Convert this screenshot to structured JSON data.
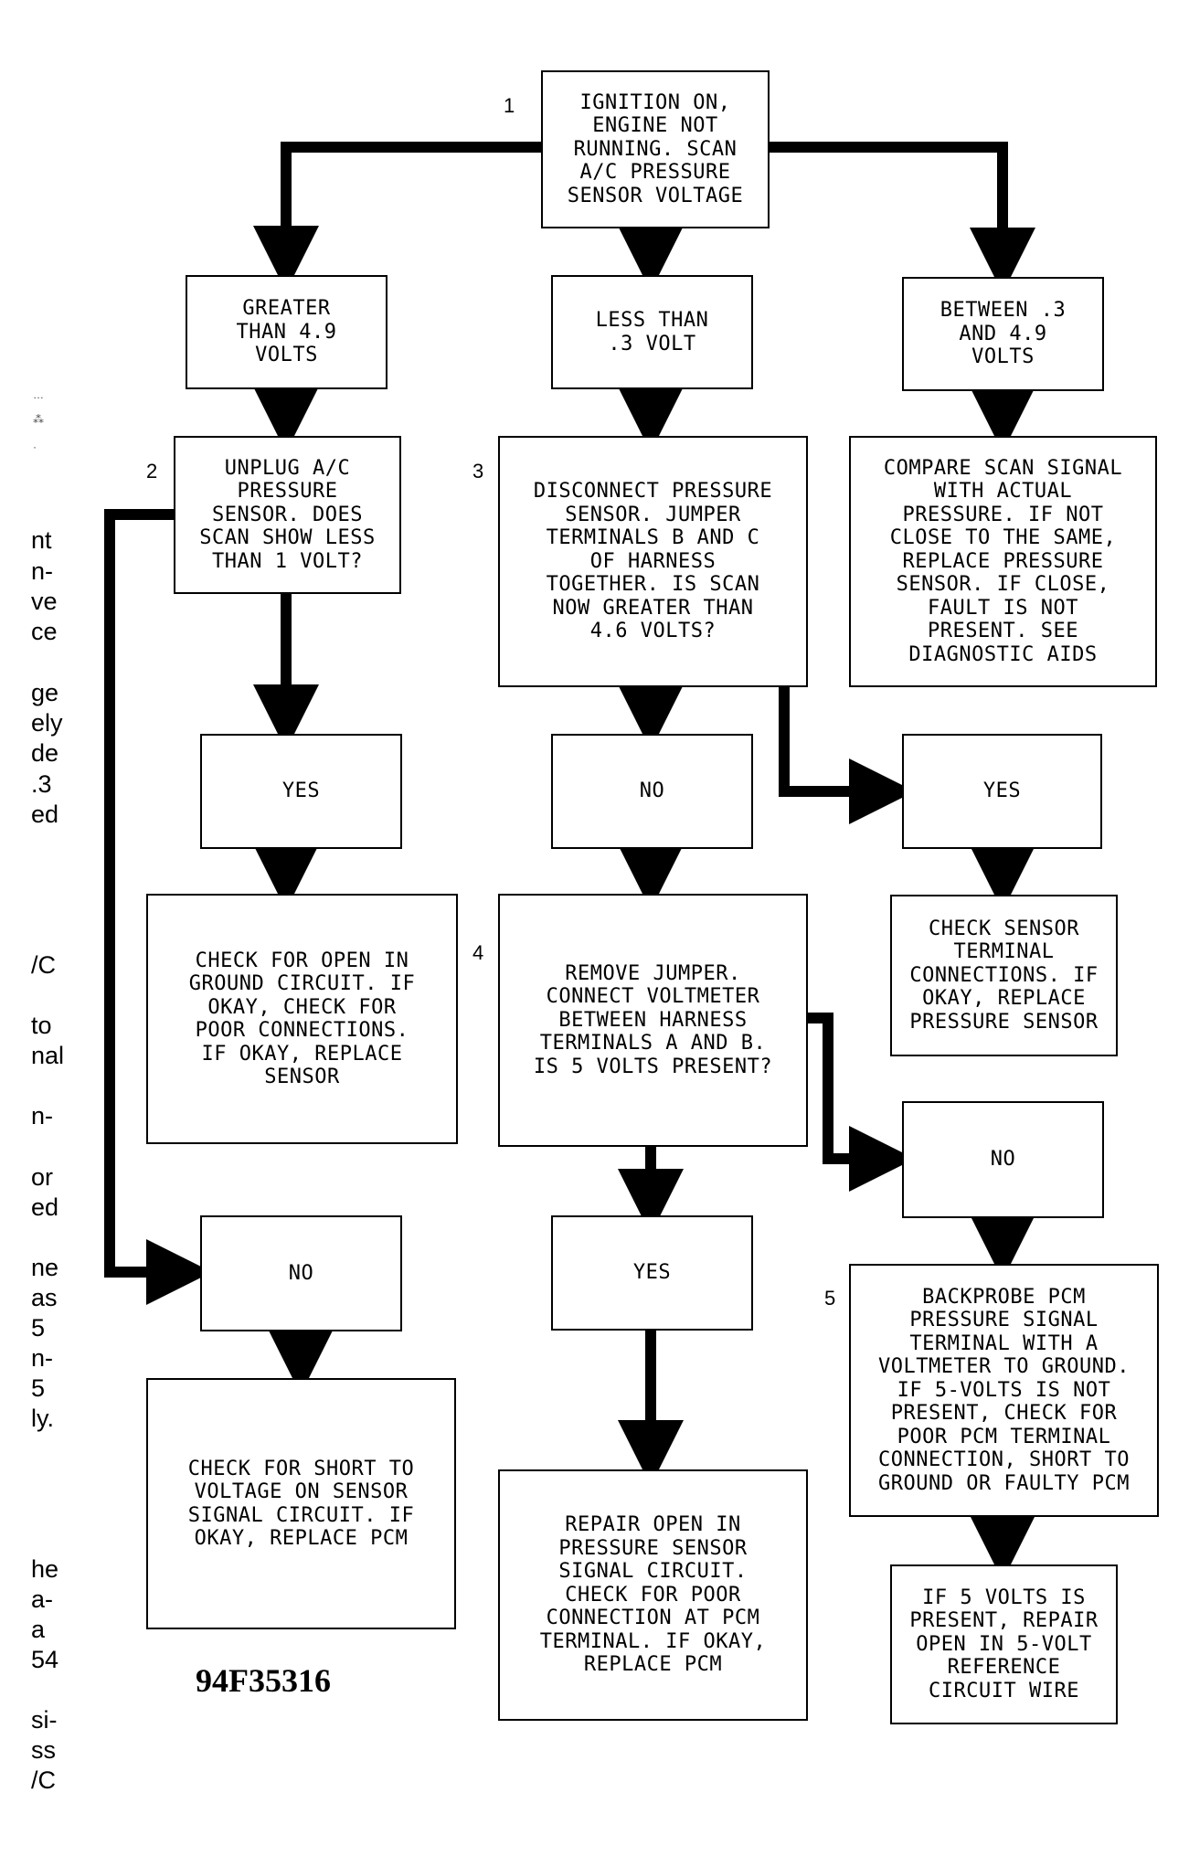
{
  "figure_id": "94F35316",
  "steps": [
    "1",
    "2",
    "3",
    "4",
    "5"
  ],
  "nodes": {
    "start": "IGNITION ON,\nENGINE NOT\nRUNNING. SCAN\nA/C PRESSURE\nSENSOR VOLTAGE",
    "greater": "GREATER\nTHAN 4.9\nVOLTS",
    "less": "LESS THAN\n.3 VOLT",
    "between": "BETWEEN .3\nAND 4.9\nVOLTS",
    "unplug": "UNPLUG A/C\nPRESSURE\nSENSOR. DOES\nSCAN SHOW LESS\nTHAN 1 VOLT?",
    "disconnect": "DISCONNECT PRESSURE\nSENSOR. JUMPER\nTERMINALS B AND C\nOF HARNESS\nTOGETHER. IS SCAN\nNOW GREATER THAN\n4.6 VOLTS?",
    "compare": "COMPARE SCAN SIGNAL\nWITH ACTUAL\nPRESSURE. IF NOT\nCLOSE TO THE SAME,\nREPLACE PRESSURE\nSENSOR. IF CLOSE,\nFAULT IS NOT\nPRESENT. SEE\nDIAGNOSTIC AIDS",
    "yes_left": "YES",
    "no_mid": "NO",
    "yes_right": "YES",
    "check_open": "CHECK FOR OPEN IN\nGROUND CIRCUIT. IF\nOKAY, CHECK FOR\nPOOR CONNECTIONS.\nIF OKAY, REPLACE\nSENSOR",
    "remove_jumper": "REMOVE JUMPER.\nCONNECT VOLTMETER\nBETWEEN HARNESS\nTERMINALS A AND B.\nIS 5 VOLTS PRESENT?",
    "check_sensor": "CHECK SENSOR\nTERMINAL\nCONNECTIONS. IF\nOKAY, REPLACE\nPRESSURE SENSOR",
    "no_right": "NO",
    "no_left": "NO",
    "yes_mid": "YES",
    "backprobe": "BACKPROBE PCM\nPRESSURE SIGNAL\nTERMINAL WITH A\nVOLTMETER TO GROUND.\nIF 5-VOLTS IS NOT\nPRESENT, CHECK FOR\nPOOR PCM TERMINAL\nCONNECTION, SHORT TO\nGROUND OR FAULTY PCM",
    "check_short": "CHECK FOR SHORT TO\nVOLTAGE ON SENSOR\nSIGNAL CIRCUIT. IF\nOKAY, REPLACE PCM",
    "repair_open_signal": "REPAIR OPEN IN\nPRESSURE SENSOR\nSIGNAL CIRCUIT.\nCHECK FOR POOR\nCONNECTION AT PCM\nTERMINAL. IF OKAY,\nREPLACE PCM",
    "repair_open_ref": "IF 5 VOLTS IS\nPRESENT, REPAIR\nOPEN IN 5-VOLT\nREFERENCE\nCIRCUIT WIRE"
  },
  "margin_text": [
    "nt",
    "n-",
    "ve",
    "ce",
    "ge",
    "ely",
    "de",
    ".3",
    "ed",
    "/C",
    "to",
    "nal",
    "n-",
    "or",
    "ed",
    "ne",
    "as",
    "5",
    "n-",
    "5",
    "ly.",
    "he",
    "a-",
    "a",
    "54",
    "si-",
    "ss",
    "/C"
  ]
}
